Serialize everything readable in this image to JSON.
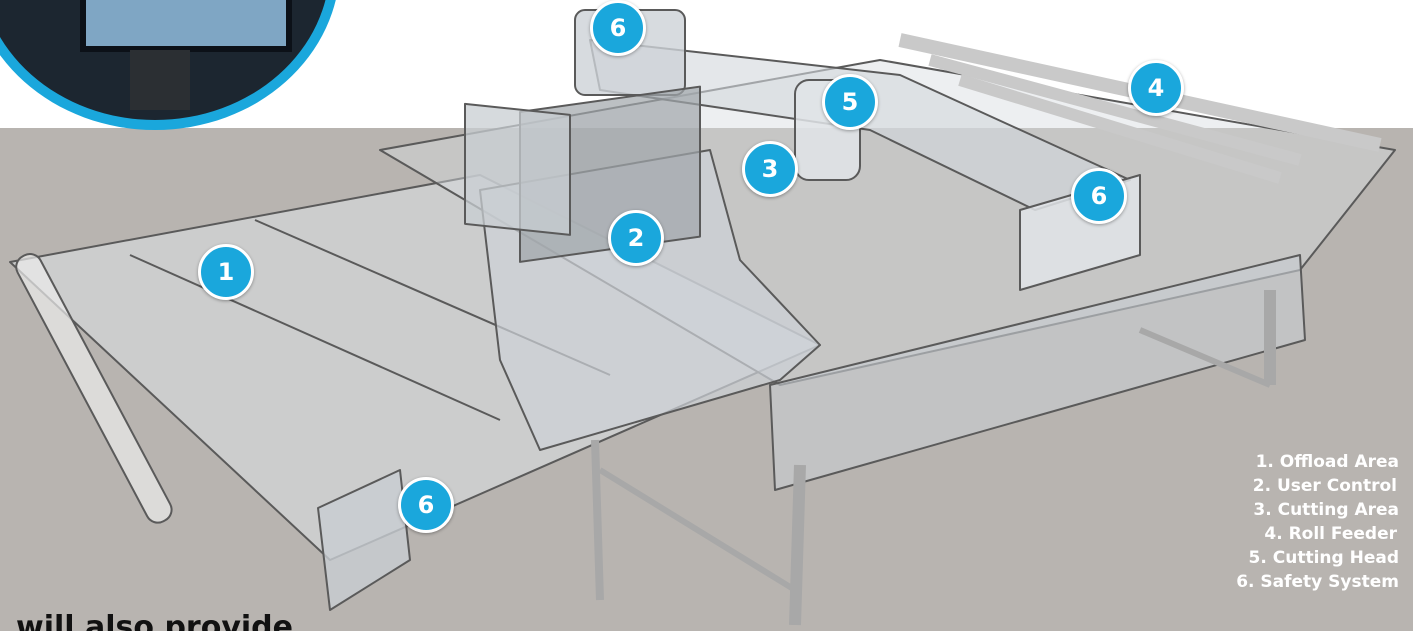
{
  "badges": [
    {
      "label": "1",
      "target": "Offload Area"
    },
    {
      "label": "2",
      "target": "User Control"
    },
    {
      "label": "3",
      "target": "Cutting Area"
    },
    {
      "label": "4",
      "target": "Roll Feeder"
    },
    {
      "label": "5",
      "target": "Cutting Head"
    },
    {
      "label": "6",
      "target": "Safety System"
    }
  ],
  "legend": [
    "1. Offload Area",
    "2. User Control",
    "3. Cutting Area",
    "4. Roll Feeder",
    "5. Cutting Head",
    "6. Safety System"
  ],
  "bottom_caption": "will also provide",
  "colors": {
    "badge": "#1aa7dc",
    "background_band": "#b8b4b0",
    "legend_text": "#ffffff",
    "machine_line": "#5a5a5a"
  },
  "icons": {
    "inset": "monitor-closeup-icon"
  }
}
